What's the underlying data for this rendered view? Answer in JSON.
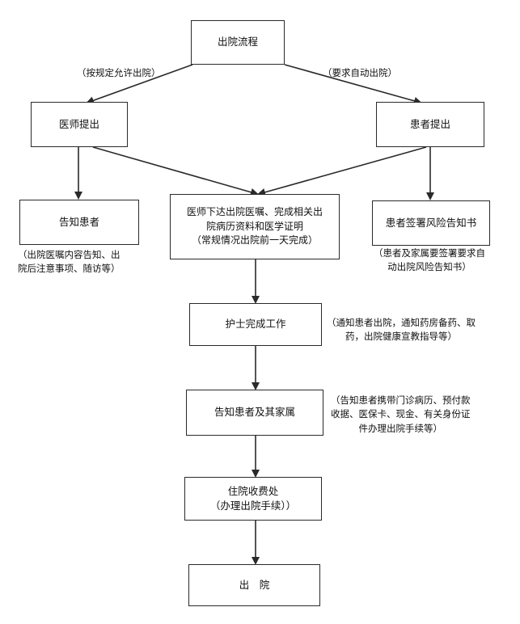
{
  "nodes": {
    "start": "出院流程",
    "doctor_propose": "医师提出",
    "patient_propose": "患者提出",
    "inform_patient": "告知患者",
    "doctor_orders": "医师下达出院医嘱、完成相关出\n院病历资料和医学证明\n（常规情况出院前一天完成）",
    "patient_sign": "患者签署风险告知书",
    "nurse_work": "护士完成工作",
    "inform_family": "告知患者及其家属",
    "billing": "住院收费处\n（办理出院手续））",
    "discharge": "出　院"
  },
  "edge_labels": {
    "by_rule": "（按规定允许出院）",
    "self_request": "（要求自动出院）"
  },
  "notes": {
    "inform_patient": "（出院医嘱内容告知、出\n院后注意事项、随访等）",
    "patient_sign": "（患者及家属要签署要求自\n动出院风险告知书）",
    "nurse_work": "（通知患者出院，通知药房备药、取\n药，出院健康宣教指导等）",
    "inform_family": "（告知患者携带门诊病历、预付款\n收据、医保卡、现金、有关身份证\n件办理出院手续等）"
  }
}
